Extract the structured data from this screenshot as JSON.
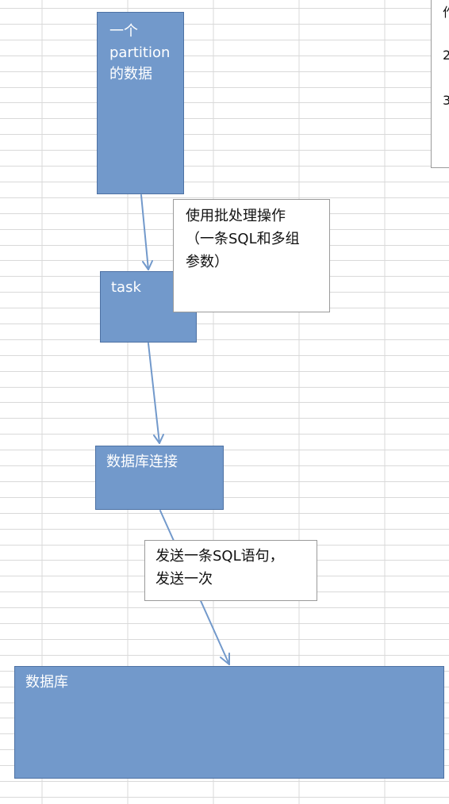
{
  "diagram": {
    "nodes": {
      "partition": {
        "lines": [
          "一个",
          "partition",
          "的数据"
        ]
      },
      "task": {
        "label": "task"
      },
      "connection": {
        "label": "数据库连接"
      },
      "database": {
        "label": "数据库"
      }
    },
    "notes": {
      "batch": {
        "lines": [
          "使用批处理操作",
          "（一条SQL和多组",
          "参数）"
        ]
      },
      "send": {
        "lines": [
          "发送一条SQL语句，",
          "发送一次"
        ]
      },
      "side": {
        "lines": [
          "作",
          "2",
          "3"
        ]
      }
    }
  },
  "colors": {
    "box_fill": "#7299CB",
    "box_border": "#4D71A3",
    "arrow": "#7299CB",
    "grid": "#D9D9D9"
  }
}
